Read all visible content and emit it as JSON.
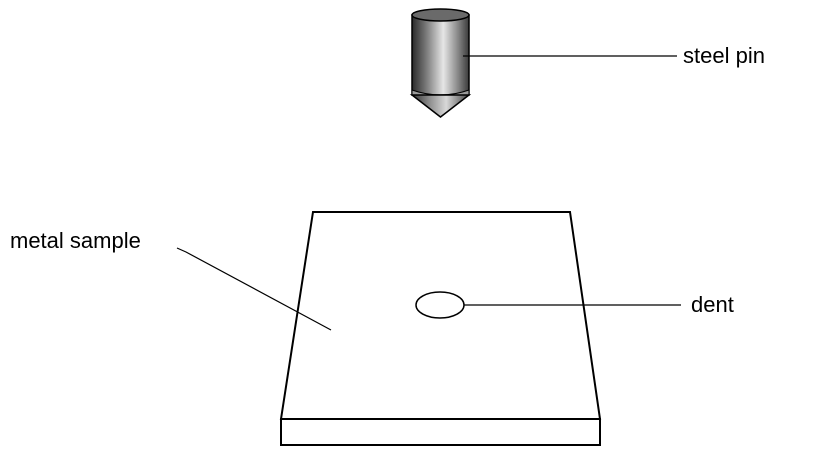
{
  "labels": {
    "steel_pin": "steel pin",
    "metal_sample": "metal sample",
    "dent": "dent"
  }
}
